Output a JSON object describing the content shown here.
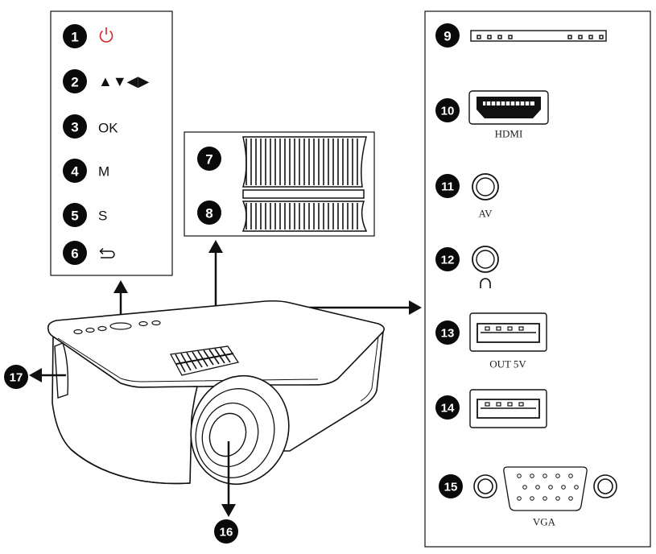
{
  "badges": {
    "b1": "1",
    "b2": "2",
    "b3": "3",
    "b4": "4",
    "b5": "5",
    "b6": "6",
    "b7": "7",
    "b8": "8",
    "b9": "9",
    "b10": "10",
    "b11": "11",
    "b12": "12",
    "b13": "13",
    "b14": "14",
    "b15": "15",
    "b16": "16",
    "b17": "17"
  },
  "buttons": {
    "power_icon": "power-icon",
    "arrows": "▲▼◀▶",
    "ok": "OK",
    "menu": "M",
    "source": "S",
    "back_icon": "back-icon"
  },
  "ports": {
    "hdmi": "HDMI",
    "av": "AV",
    "headphone_icon": "headphone-icon",
    "usb_out": "OUT  5V",
    "vga": "VGA"
  },
  "colors": {
    "power": "#d9262c",
    "ink": "#111111",
    "badge": "#0a0a0a"
  }
}
